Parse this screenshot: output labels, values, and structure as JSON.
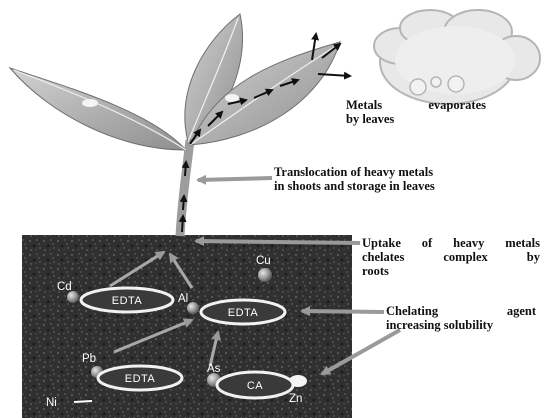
{
  "captions": {
    "evaporation": [
      "Metals evaporates",
      "by leaves"
    ],
    "translocation": [
      "Translocation of heavy metals",
      "in shoots and storage in leaves"
    ],
    "uptake": [
      "Uptake of heavy metals",
      "chelates complex by",
      "roots"
    ],
    "chelating": [
      "Chelating agent",
      "increasing solubility"
    ]
  },
  "metals": {
    "cd": "Cd",
    "cu": "Cu",
    "al": "Al",
    "pb": "Pb",
    "as": "As",
    "ni": "Ni",
    "zn": "Zn"
  },
  "chelates": {
    "edta_left": "EDTA",
    "edta_right": "EDTA",
    "edta_bottom": "EDTA",
    "ca": "CA"
  },
  "colors": {
    "leaf": "#b8b8b8",
    "leaf_dark": "#8e8e8e",
    "soil": "#2b2b2b",
    "arrow": "#999999",
    "text": "#111111"
  }
}
